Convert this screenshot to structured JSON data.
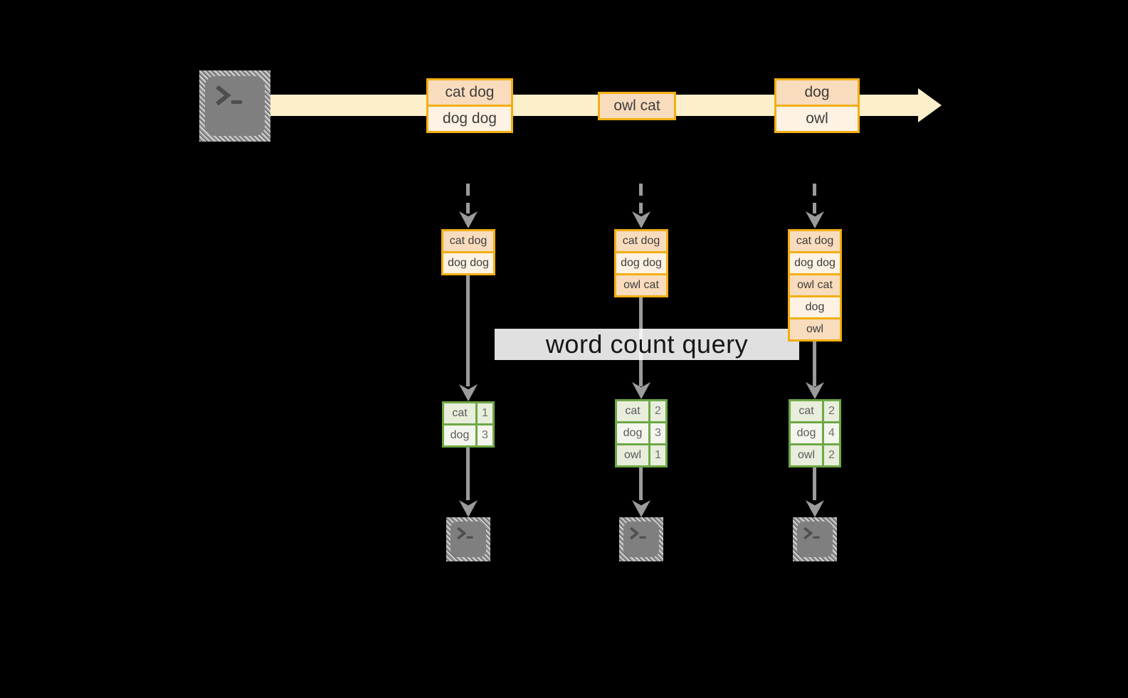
{
  "diagram": {
    "query_label": "word count query",
    "stream": {
      "batches": [
        {
          "items": [
            "cat dog",
            "dog dog"
          ]
        },
        {
          "items": [
            "owl cat"
          ]
        },
        {
          "items": [
            "dog",
            "owl"
          ]
        }
      ]
    },
    "columns": [
      {
        "window_items": [
          "cat dog",
          "dog dog"
        ],
        "counts": [
          {
            "word": "cat",
            "count": "1"
          },
          {
            "word": "dog",
            "count": "3"
          }
        ]
      },
      {
        "window_items": [
          "cat dog",
          "dog dog",
          "owl cat"
        ],
        "counts": [
          {
            "word": "cat",
            "count": "2"
          },
          {
            "word": "dog",
            "count": "3"
          },
          {
            "word": "owl",
            "count": "1"
          }
        ]
      },
      {
        "window_items": [
          "cat dog",
          "dog dog",
          "owl cat",
          "dog",
          "owl"
        ],
        "counts": [
          {
            "word": "cat",
            "count": "2"
          },
          {
            "word": "dog",
            "count": "4"
          },
          {
            "word": "owl",
            "count": "2"
          }
        ]
      }
    ],
    "icons": {
      "source": "terminal-icon",
      "sinks": [
        "terminal-icon",
        "terminal-icon",
        "terminal-icon"
      ],
      "arrows": "down-arrow"
    },
    "colors": {
      "background": "#000000",
      "stream_band": "#FCEFCB",
      "batch_fill_dark": "#F9DCBD",
      "batch_fill_light": "#FDF2E3",
      "batch_border": "#F2AF13",
      "count_fill_dark": "#E8EEDB",
      "count_fill_light": "#F4F6EE",
      "count_border": "#6EA846",
      "arrow_gray": "#9B9B9B",
      "terminal_gray": "#7F7F7F",
      "query_band": "#FFFFFF"
    }
  }
}
